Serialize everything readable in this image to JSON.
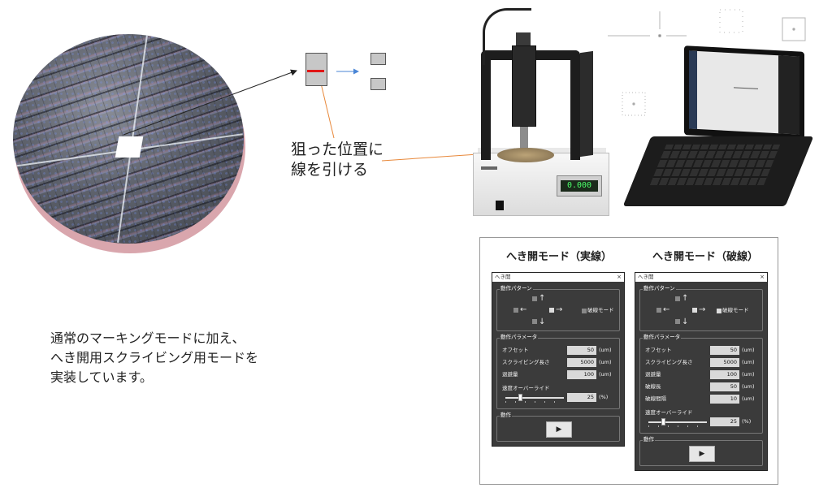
{
  "callout": {
    "line1": "狙った位置に",
    "line2": "線を引ける"
  },
  "description": {
    "line1": "通常のマーキングモードに加え、",
    "line2": "へき開用スクライビング用モードを",
    "line3": "実装しています。"
  },
  "machine": {
    "display_value": "0.000"
  },
  "panel": {
    "title_solid": "へき開モード（実線）",
    "title_dashed": "へき開モード（破線）",
    "window_title": "へき開",
    "close": "×",
    "pattern_group": "動作パターン",
    "dashed_mode_label": "破線モード",
    "param_group": "動作パラメータ",
    "action_group": "動作",
    "play_symbol": "▶",
    "speed_override_label": "速度オーバーライド",
    "arrows": {
      "up": "↑",
      "down": "↓",
      "left": "←",
      "right": "→"
    },
    "solid_params": [
      {
        "label": "オフセット",
        "value": "50",
        "unit": "(um)"
      },
      {
        "label": "スクライビング長さ",
        "value": "5000",
        "unit": "(um)"
      },
      {
        "label": "退避量",
        "value": "100",
        "unit": "(um)"
      }
    ],
    "dashed_params": [
      {
        "label": "オフセット",
        "value": "50",
        "unit": "(um)"
      },
      {
        "label": "スクライビング長さ",
        "value": "5000",
        "unit": "(um)"
      },
      {
        "label": "退避量",
        "value": "100",
        "unit": "(um)"
      },
      {
        "label": "破線長",
        "value": "50",
        "unit": "(um)"
      },
      {
        "label": "破線間隔",
        "value": "10",
        "unit": "(um)"
      }
    ],
    "speed_override": {
      "value": "25",
      "unit": "(%)",
      "fraction": 0.25
    }
  }
}
